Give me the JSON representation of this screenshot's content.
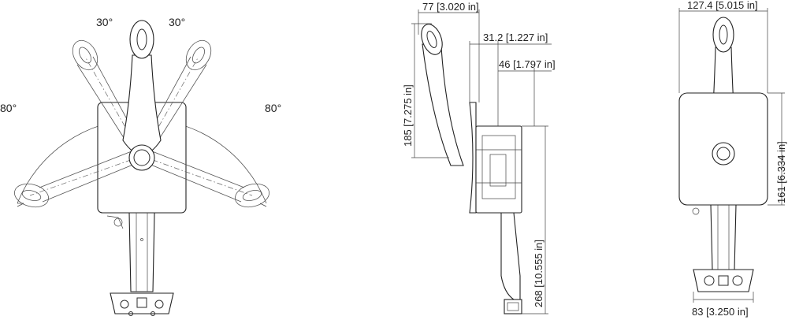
{
  "angles": {
    "top_left": "30°",
    "top_right": "30°",
    "side_left": "80°",
    "side_right": "80°"
  },
  "dimensions": {
    "lever_offset": "77 [3.020 in]",
    "lever_height": "185 [7.275 in]",
    "mount_depth": "31.2 [1.227 in]",
    "body_depth": "46 [1.797 in]",
    "total_height": "268 [10.555 in]",
    "width": "127.4 [5.015 in]",
    "body_height": "161 [6.334 in]",
    "base_width": "83 [3.250 in]"
  }
}
